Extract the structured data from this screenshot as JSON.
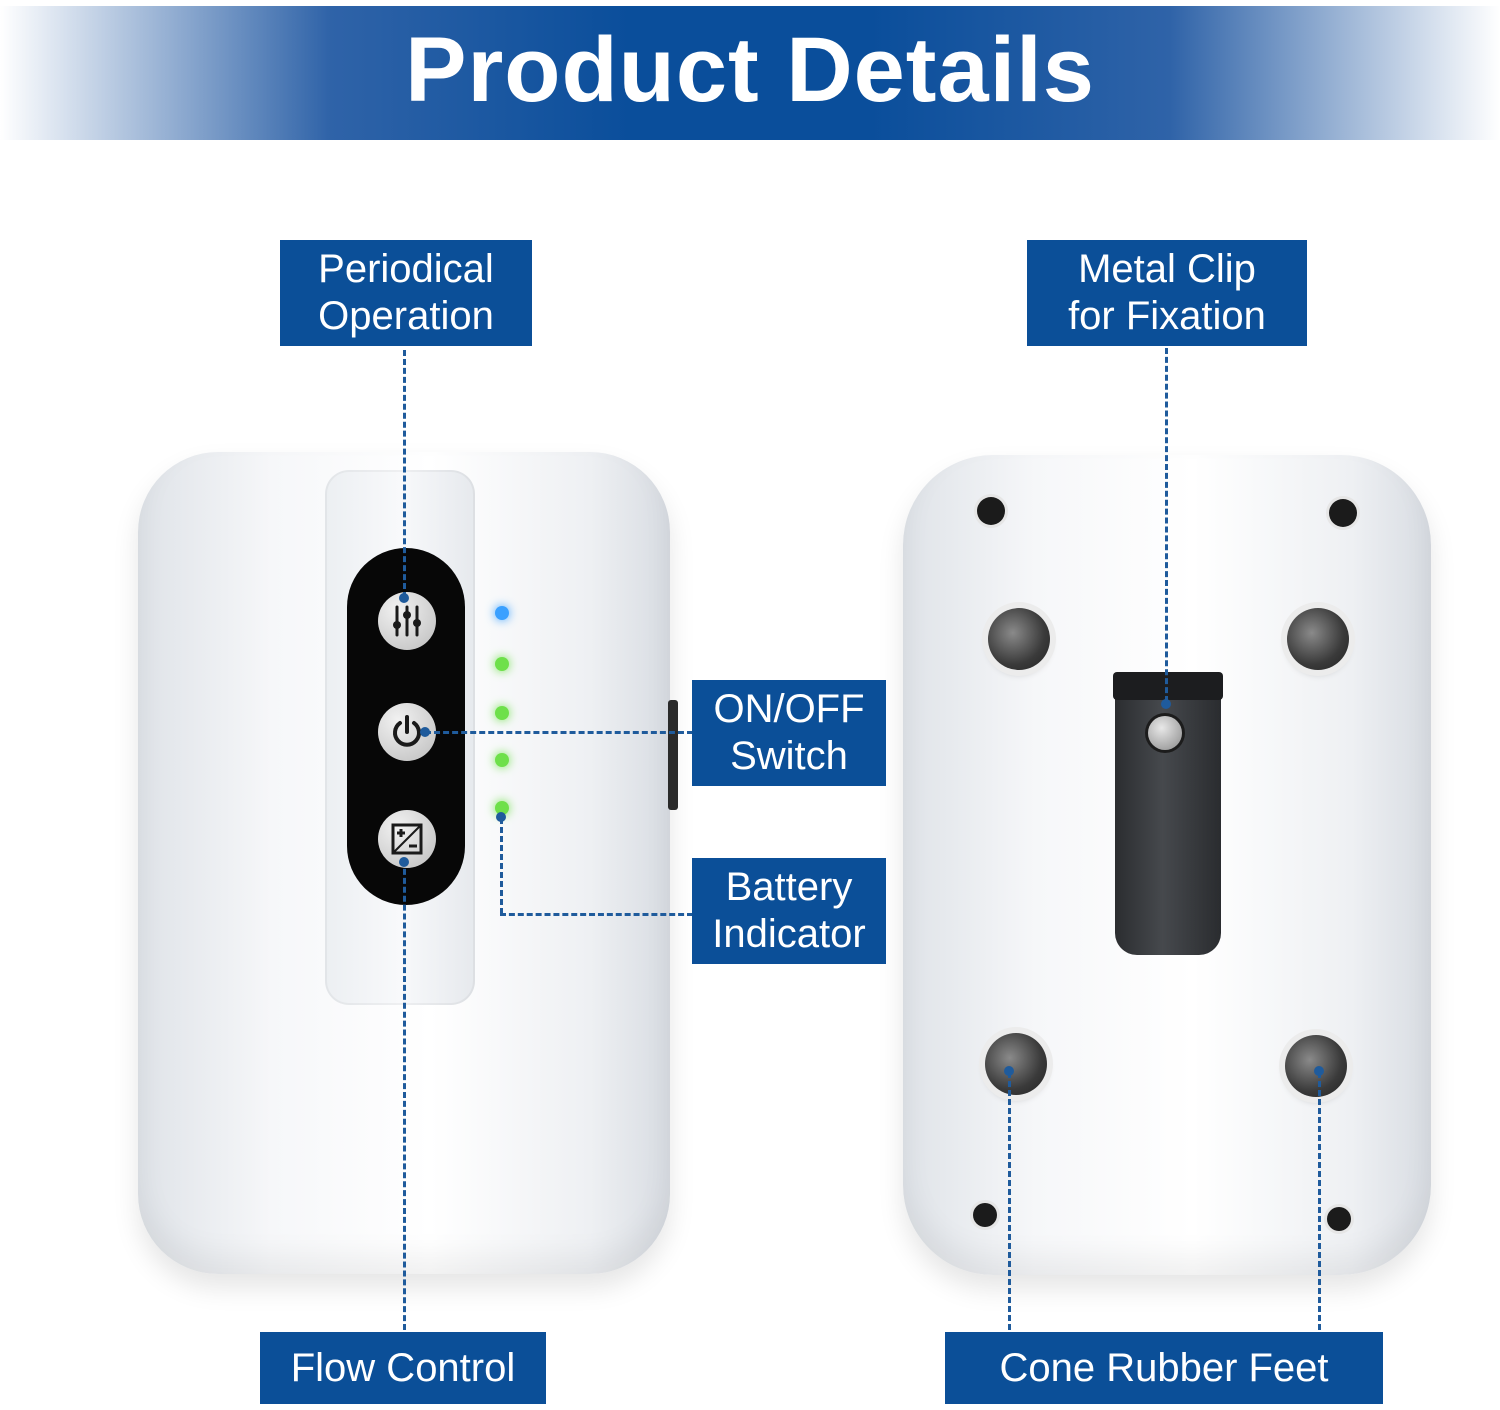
{
  "header": {
    "title": "Product Details"
  },
  "labels": {
    "periodical": "Periodical\nOperation",
    "metal_clip": "Metal Clip\nfor Fixation",
    "on_off": "ON/OFF\nSwitch",
    "battery": "Battery\nIndicator",
    "flow": "Flow Control",
    "feet": "Cone Rubber Feet"
  },
  "colors": {
    "label_bg": "#0b4f98",
    "led_blue": "#3aa0ff",
    "led_green": "#6ee04a"
  },
  "battery_leds": {
    "blue": 1,
    "green": 4
  }
}
